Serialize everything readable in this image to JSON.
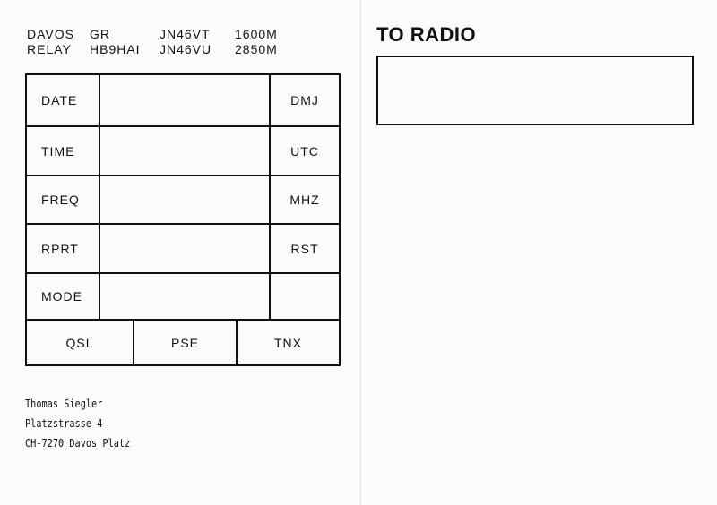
{
  "header": {
    "line1": [
      "DAVOS",
      "GR",
      "JN46VT",
      "1600M"
    ],
    "line2": [
      "RELAY",
      "HB9HAI",
      "JN46VU",
      "2850M"
    ]
  },
  "log_table": {
    "rows": [
      {
        "label": "DATE",
        "unit": "DMJ"
      },
      {
        "label": "TIME",
        "unit": "UTC"
      },
      {
        "label": "FREQ",
        "unit": "MHZ"
      },
      {
        "label": "RPRT",
        "unit": "RST"
      },
      {
        "label": "MODE",
        "unit": ""
      }
    ],
    "bottom": [
      "QSL",
      "PSE",
      "TNX"
    ]
  },
  "recipient": {
    "title": "TO RADIO"
  },
  "sender": {
    "name": "Thomas Siegler",
    "street": "Platzstrasse 4",
    "city": "CH-7270 Davos Platz"
  }
}
